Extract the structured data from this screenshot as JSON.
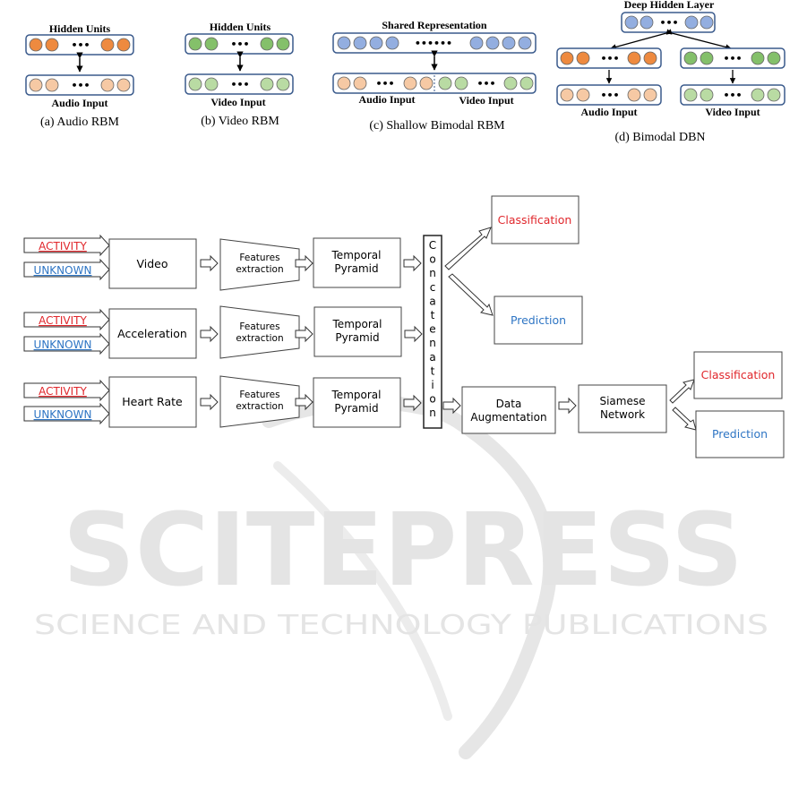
{
  "rbm": {
    "audio": {
      "top_label": "Hidden Units",
      "bottom_label": "Audio Input",
      "caption": "(a) Audio RBM"
    },
    "video": {
      "top_label": "Hidden Units",
      "bottom_label": "Video Input",
      "caption": "(b) Video RBM"
    },
    "shallow": {
      "top_label": "Shared Representation",
      "left_label": "Audio Input",
      "right_label": "Video Input",
      "caption": "(c) Shallow Bimodal RBM"
    },
    "dbn": {
      "top_label": "Deep Hidden Layer",
      "left_label": "Audio Input",
      "right_label": "Video Input",
      "caption": "(d) Bimodal DBN"
    },
    "dots": "•••",
    "long_dots": "••••••",
    "colors": {
      "audio_hidden": "#ee8a3f",
      "audio_input": "#f6c9a4",
      "video_hidden": "#84c06a",
      "video_input": "#b9dba3",
      "shared": "#93aee0"
    }
  },
  "pipeline": {
    "activity_label": "ACTIVITY",
    "unknown_label": "UNKNOWN",
    "rows": [
      {
        "source": "Video",
        "features": [
          "Features",
          "extraction"
        ],
        "pyramid": [
          "Temporal",
          "Pyramid"
        ]
      },
      {
        "source": "Acceleration",
        "features": [
          "Features",
          "extraction"
        ],
        "pyramid": [
          "Temporal",
          "Pyramid"
        ]
      },
      {
        "source": "Heart Rate",
        "features": [
          "Features",
          "extraction"
        ],
        "pyramid": [
          "Temporal",
          "Pyramid"
        ]
      }
    ],
    "concat_letters": [
      "C",
      "o",
      "n",
      "c",
      "a",
      "t",
      "e",
      "n",
      "a",
      "t",
      "i",
      "o",
      "n"
    ],
    "classification": "Classification",
    "prediction": "Prediction",
    "augmentation": [
      "Data",
      "Augmentation"
    ],
    "siamese": [
      "Siamese",
      "Network"
    ],
    "colors": {
      "activity": "#e0262b",
      "unknown": "#2e75c4",
      "classification": "#e0262b",
      "prediction": "#2e75c4"
    }
  },
  "watermark": {
    "title": "SCITEPRESS",
    "subtitle": "SCIENCE AND TECHNOLOGY PUBLICATIONS"
  }
}
